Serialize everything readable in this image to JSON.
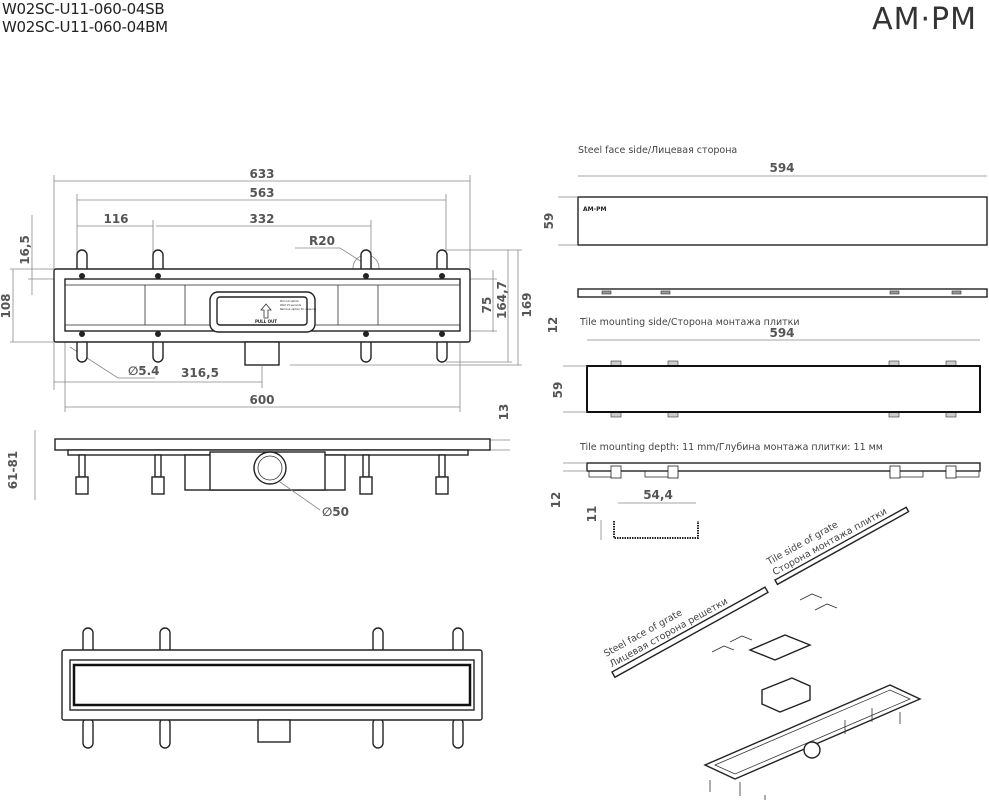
{
  "header": {
    "model_1": "W02SC-U11-060-04SB",
    "model_2": "W02SC-U11-060-04BM",
    "logo": "AM·PM"
  },
  "top_view": {
    "dims": {
      "overall_length": "633",
      "bracket_span": "563",
      "bracket_pitch": "116",
      "center_span": "332",
      "radius": "R20",
      "frame_offset": "16,5",
      "frame_width": "108",
      "channel_width": "75",
      "bracket_height": "164,7",
      "total_height": "169",
      "hole_dia": "∅5.4",
      "outlet_offset": "316,5",
      "inner_length": "600"
    },
    "sticker": {
      "arrow_label": "PULL OUT",
      "lines": [
        "Pull out siphon",
        "Wait 15 seconds",
        "Remove siphon for cleaning"
      ]
    }
  },
  "side_view": {
    "dims": {
      "flange": "13",
      "height_range": "61-81",
      "outlet_dia": "∅50"
    }
  },
  "grate": {
    "steel_face_title": "Steel face side/Лицевая сторона",
    "steel_length": "594",
    "steel_width": "59",
    "strip_thickness": "12",
    "tile_side_title": "Tile mounting side/Сторона монтажа плитки",
    "tile_length": "594",
    "tile_width": "59",
    "tile_depth_title": "Tile mounting depth: 11 mm/Глубина монтажа плитки: 11 мм",
    "tile_thickness": "12",
    "profile_width": "54,4",
    "profile_depth": "11",
    "small_logo": "AM-PM"
  },
  "isometric": {
    "tile_side_label_en": "Tile side of grate",
    "tile_side_label_ru": "Сторона монтажа плитки",
    "steel_face_label_en": "Steel face of grate",
    "steel_face_label_ru": "Лицевая сторона решетки"
  }
}
